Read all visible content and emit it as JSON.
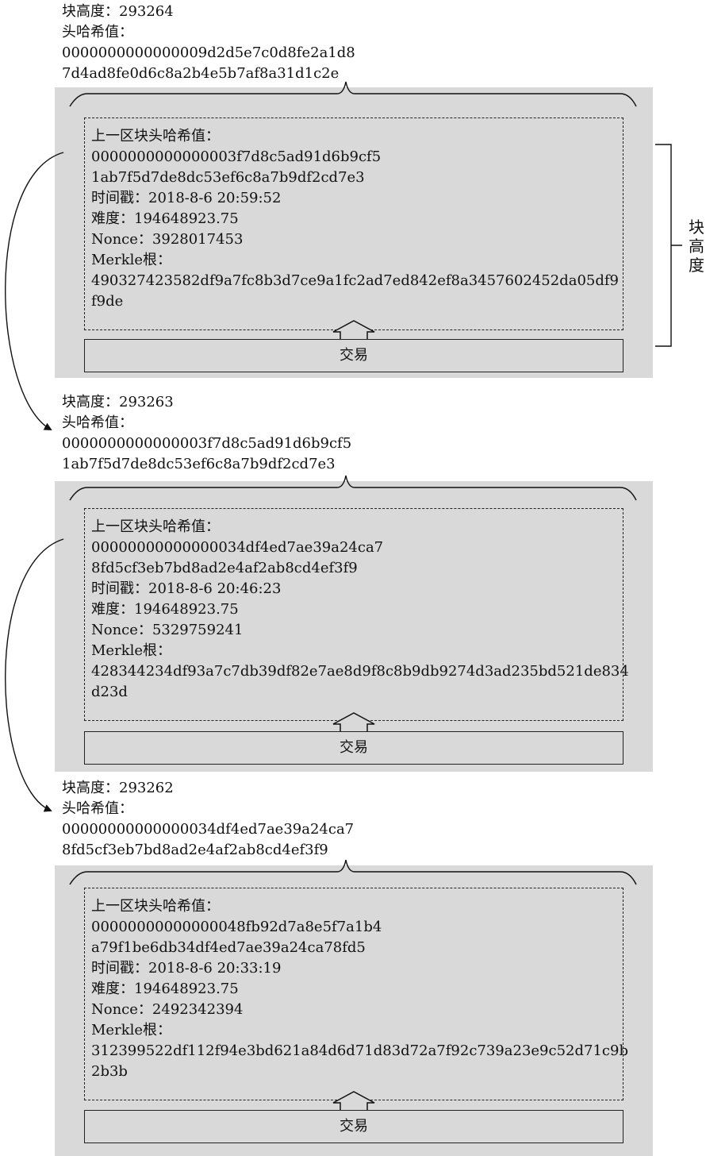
{
  "blocks": [
    {
      "height_line": "块高度：293264",
      "hash_label": "头哈希值：",
      "hash_line1": "0000000000000009d2d5e7c0d8fe2a1d8",
      "hash_line2": "7d4ad8fe0d6c8a2b4e5b7af8a31d1c2e",
      "prev_label": "上一区块头哈希值：",
      "prev_line1": "0000000000000003f7d8c5ad91d6b9cf5",
      "prev_line2": "1ab7f5d7de8dc53ef6c8a7b9df2cd7e3",
      "timestamp": "时间戳：2018-8-6 20:59:52",
      "difficulty": "难度：194648923.75",
      "nonce": "Nonce：3928017453",
      "merkle_label": "Merkle根：",
      "merkle_line1": "490327423582df9a7fc8b3d7ce9a1fc2ad7ed842ef8a3457602452da05df9",
      "merkle_line2": "f9de",
      "tx_label": "交易"
    },
    {
      "height_line": "块高度：293263",
      "hash_label": "头哈希值：",
      "hash_line1": "0000000000000003f7d8c5ad91d6b9cf5",
      "hash_line2": "1ab7f5d7de8dc53ef6c8a7b9df2cd7e3",
      "prev_label": "上一区块头哈希值：",
      "prev_line1": "00000000000000034df4ed7ae39a24ca7",
      "prev_line2": "8fd5cf3eb7bd8ad2e4af2ab8cd4ef3f9",
      "timestamp": "时间戳：2018-8-6 20:46:23",
      "difficulty": "难度：194648923.75",
      "nonce": "Nonce：5329759241",
      "merkle_label": "Merkle根：",
      "merkle_line1": "428344234df93a7c7db39df82e7ae8d9f8c8b9db9274d3ad235bd521de834",
      "merkle_line2": "d23d",
      "tx_label": "交易"
    },
    {
      "height_line": "块高度：293262",
      "hash_label": "头哈希值：",
      "hash_line1": "00000000000000034df4ed7ae39a24ca7",
      "hash_line2": "8fd5cf3eb7bd8ad2e4af2ab8cd4ef3f9",
      "prev_label": "上一区块头哈希值：",
      "prev_line1": "00000000000000048fb92d7a8e5f7a1b4",
      "prev_line2": "a79f1be6db34df4ed7ae39a24ca78fd5",
      "timestamp": "时间戳：2018-8-6 20:33:19",
      "difficulty": "难度：194648923.75",
      "nonce": "Nonce：2492342394",
      "merkle_label": "Merkle根：",
      "merkle_line1": "312399522df112f94e3bd621a84d6d71d83d72a7f92c739a23e9c52d71c9b",
      "merkle_line2": "2b3b",
      "tx_label": "交易"
    }
  ],
  "side_label": {
    "c1": "块",
    "c2": "高",
    "c3": "度"
  }
}
